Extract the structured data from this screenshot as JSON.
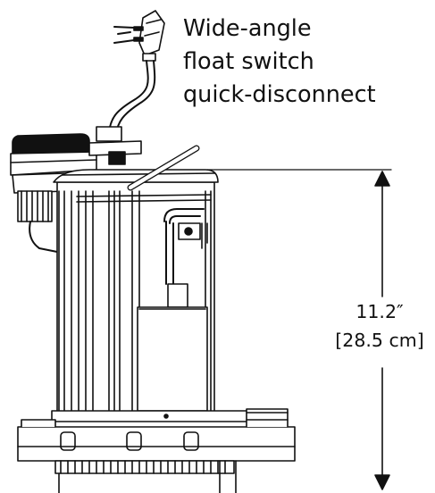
{
  "callout": {
    "lines": [
      "Wide-angle",
      "float switch",
      "quick-disconnect"
    ]
  },
  "dimension": {
    "imperial": "11.2″",
    "metric": "[28.5 cm]"
  }
}
